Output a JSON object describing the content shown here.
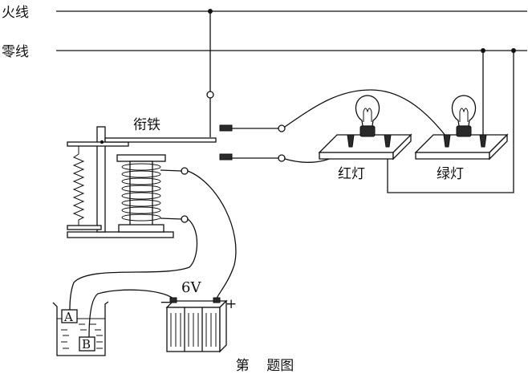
{
  "labels": {
    "live_wire": "火线",
    "neutral_wire": "零线",
    "armature": "衔铁",
    "red_lamp": "红灯",
    "green_lamp": "绿灯",
    "battery_voltage": "6V",
    "battery_negative": "−",
    "battery_positive": "+",
    "electrode_a": "A",
    "electrode_b": "B"
  },
  "caption": "第    题图"
}
